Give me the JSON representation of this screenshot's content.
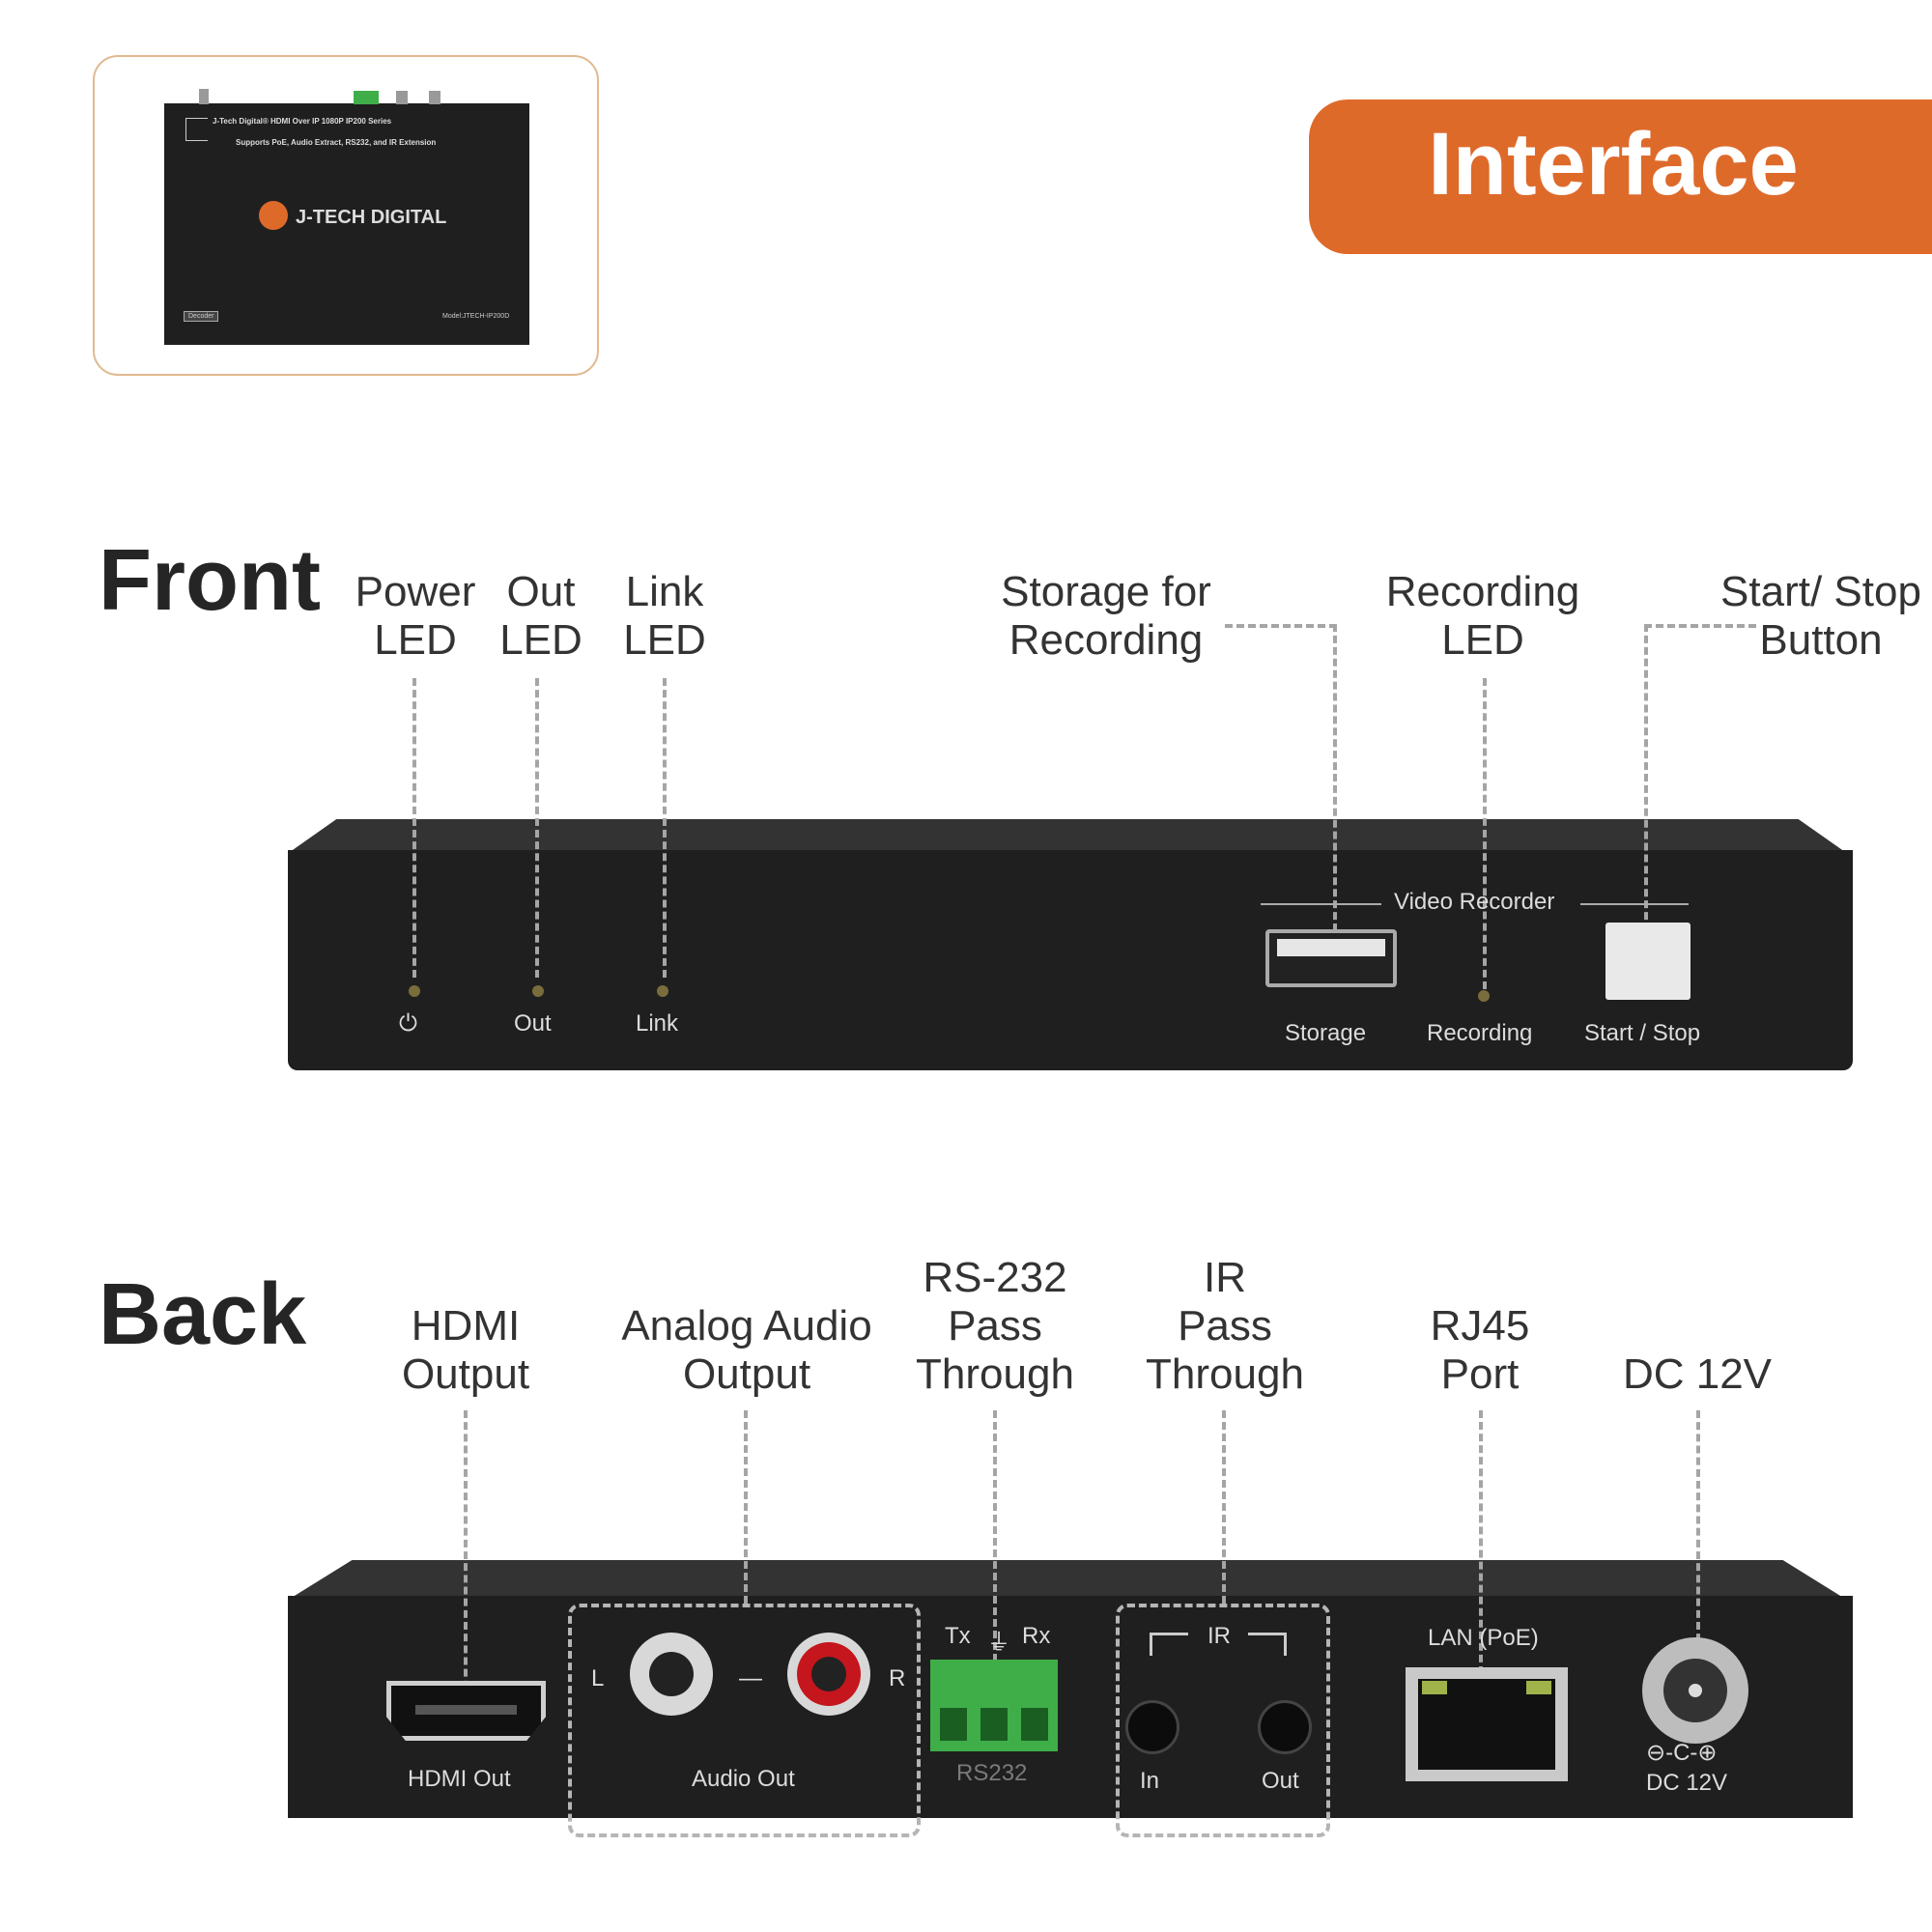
{
  "thumbnail": {
    "line1": "J-Tech Digital® HDMI Over IP 1080P IP200 Series",
    "line2": "Supports PoE, Audio Extract, RS232, and IR Extension",
    "brand": "J-TECH DIGITAL",
    "label_left": "Decoder",
    "label_right": "Model:JTECH-IP200D"
  },
  "banner": {
    "title": "Interface"
  },
  "front": {
    "title": "Front",
    "labels": {
      "power_led": "Power\nLED",
      "out_led": "Out\nLED",
      "link_led": "Link\nLED",
      "storage": "Storage for\nRecording",
      "recording_led": "Recording\nLED",
      "start_stop": "Start/ Stop\nButton"
    },
    "panel": {
      "power_symbol": "⏻",
      "out": "Out",
      "link": "Link",
      "group_title": "Video Recorder",
      "storage": "Storage",
      "recording": "Recording",
      "start_stop": "Start / Stop"
    }
  },
  "back": {
    "title": "Back",
    "labels": {
      "hdmi": "HDMI\nOutput",
      "audio": "Analog Audio\nOutput",
      "rs232": "RS-232\nPass\nThrough",
      "ir": "IR\nPass\nThrough",
      "rj45": "RJ45\nPort",
      "dc": "DC 12V"
    },
    "panel": {
      "hdmi_out": "HDMI Out",
      "audio_l": "L",
      "audio_dash": "—",
      "audio_r": "R",
      "audio_out": "Audio Out",
      "tx": "Tx",
      "gnd": "⏚",
      "rx": "Rx",
      "rs232": "RS232",
      "ir": "IR",
      "ir_in": "In",
      "ir_out": "Out",
      "lan": "LAN (PoE)",
      "dc_symbol": "⊖-C-⊕",
      "dc": "DC 12V"
    }
  }
}
